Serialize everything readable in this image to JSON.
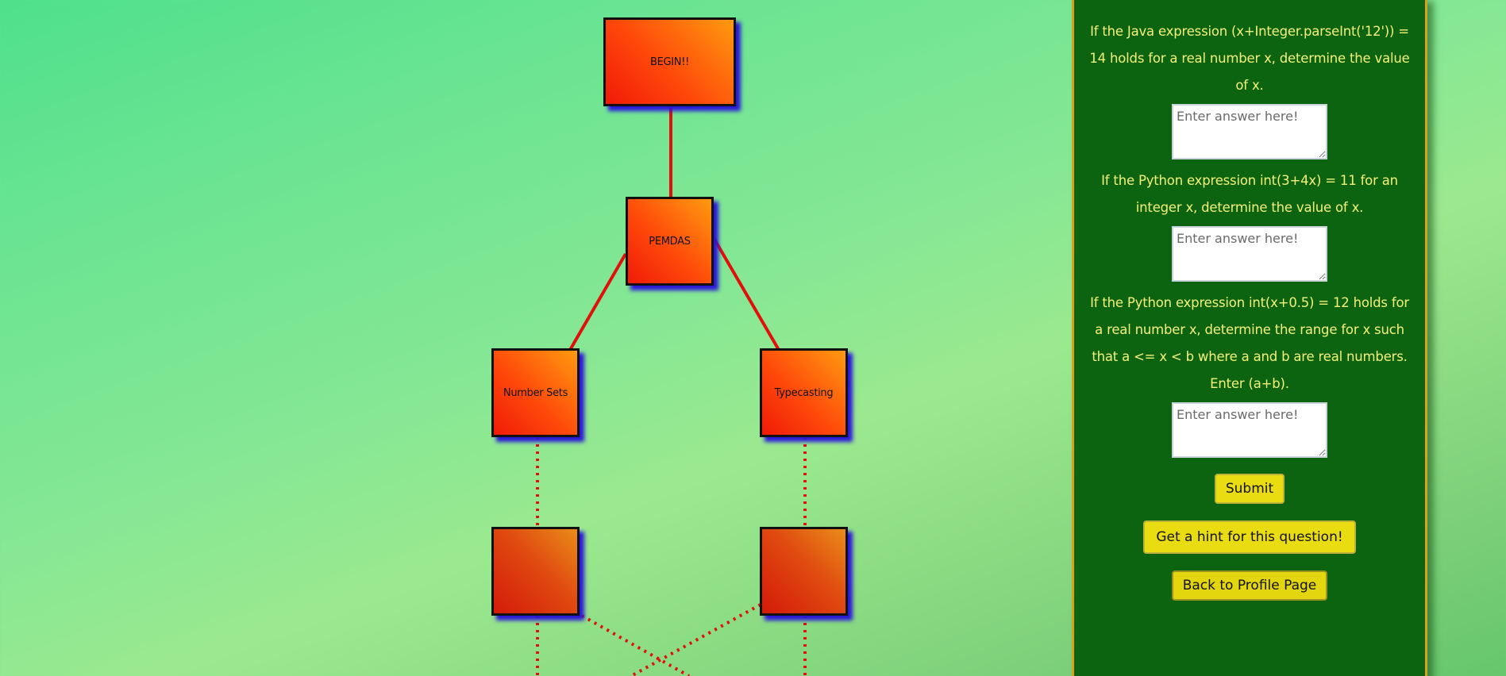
{
  "tree": {
    "nodes": [
      {
        "id": "begin",
        "label": "BEGIN!!",
        "locked": false
      },
      {
        "id": "pemdas",
        "label": "PEMDAS",
        "locked": false
      },
      {
        "id": "number-sets",
        "label": "Number Sets",
        "locked": false
      },
      {
        "id": "typecasting",
        "label": "Typecasting",
        "locked": false
      },
      {
        "id": "locked-left",
        "label": "",
        "locked": true
      },
      {
        "id": "locked-right",
        "label": "",
        "locked": true
      }
    ],
    "line_color": "#e0100a"
  },
  "panel": {
    "questions": [
      {
        "text": "If the Java expression (x+Integer.parseInt('12')) = 14 holds for a real number x, determine the value of x.",
        "placeholder": "Enter answer here!"
      },
      {
        "text": "If the Python expression int(3+4x) = 11 for an integer x, determine the value of x.",
        "placeholder": "Enter answer here!"
      },
      {
        "text": "If the Python expression int(x+0.5) = 12 holds for a real number x, determine the range for x such that a <= x < b where a and b are real numbers. Enter (a+b).",
        "placeholder": "Enter answer here!"
      }
    ],
    "submit_label": "Submit",
    "hint_label": "Get a hint for this question!",
    "profile_label": "Back to Profile Page",
    "colors": {
      "background": "#0d6410",
      "border": "#d9a21a",
      "text": "#f3f07a",
      "button": "#e9dc10"
    }
  }
}
